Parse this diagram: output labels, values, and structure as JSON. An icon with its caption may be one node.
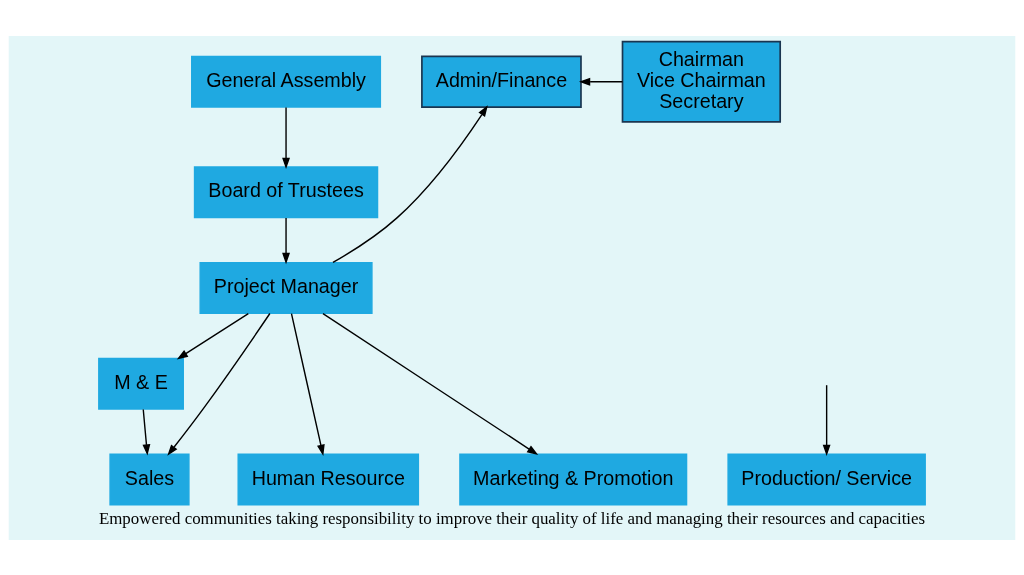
{
  "diagram": {
    "caption": "Empowered communities taking responsibility to improve their quality of life and managing their resources and capacities",
    "nodes": [
      {
        "text": [
          "General Assembly"
        ]
      },
      {
        "text": [
          "Board of Trustees"
        ]
      },
      {
        "text": [
          "Chairman",
          "Vice Chairman",
          "Secretary"
        ]
      },
      {
        "text": [
          "Admin/Finance"
        ]
      },
      {
        "text": [
          "Project Manager"
        ]
      },
      {
        "text": [
          "M & E"
        ]
      },
      {
        "text": [
          "Human Resource"
        ]
      },
      {
        "text": [
          "Marketing & Promotion"
        ]
      },
      {
        "text": [
          "Production/ Service"
        ]
      },
      {
        "text": [
          "Sales"
        ]
      }
    ],
    "edges": [
      {
        "from": 0,
        "to": 1,
        "arrow": "to"
      },
      {
        "from": 1,
        "to": 4,
        "arrow": "to"
      },
      {
        "from": 2,
        "to": 3,
        "arrow": "to"
      },
      {
        "from": 4,
        "to": 3,
        "arrow": "to"
      },
      {
        "from": 4,
        "to": 5,
        "arrow": "to"
      },
      {
        "from": 4,
        "to": 6,
        "arrow": "to"
      },
      {
        "from": 4,
        "to": 7,
        "arrow": "to"
      },
      {
        "from": null,
        "to": 8,
        "arrow": "to"
      },
      {
        "from": 4,
        "to": 9,
        "arrow": "to"
      },
      {
        "from": 5,
        "to": 9,
        "arrow": "to"
      }
    ]
  }
}
